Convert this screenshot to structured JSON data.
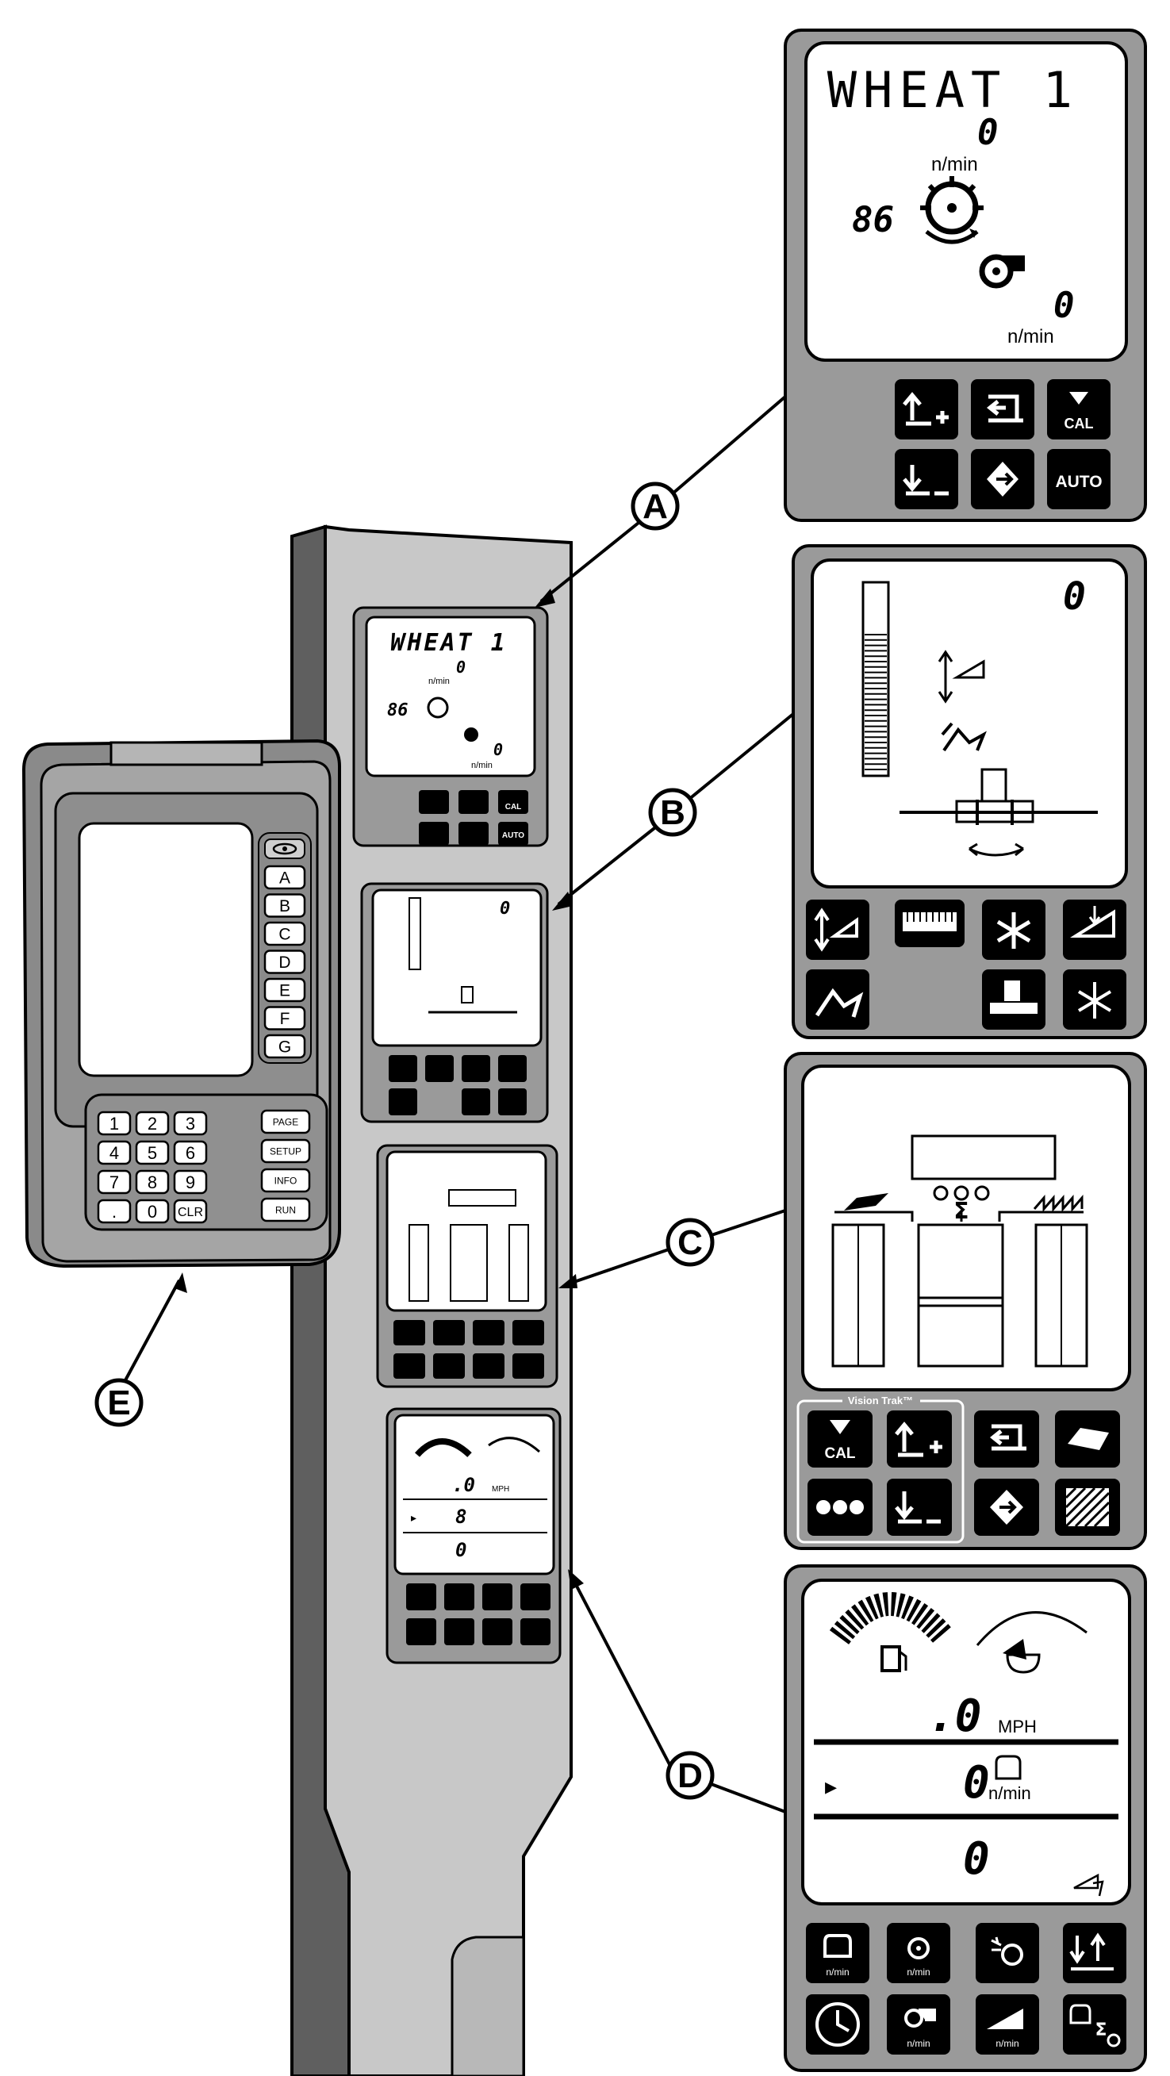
{
  "callouts": {
    "a": "A",
    "b": "B",
    "c": "C",
    "d": "D",
    "e": "E"
  },
  "panel_a": {
    "crop_name": "WHEAT 1",
    "top_speed_value": "0",
    "top_speed_unit": "n/min",
    "left_value": "86",
    "fan_speed_value": "0",
    "fan_speed_unit": "n/min",
    "buttons": [
      "up-plus",
      "return",
      "cal",
      "down-minus",
      "enter",
      "auto"
    ],
    "cal_label": "CAL",
    "auto_label": "AUTO"
  },
  "panel_b": {
    "value": "0",
    "buttons": [
      "height",
      "reel",
      "rotate",
      "tilt",
      "operator",
      "header",
      "spreader"
    ]
  },
  "panel_c": {
    "vision_trak_label": "Vision Trak™",
    "cal_label": "CAL",
    "buttons": [
      "cal",
      "up-plus",
      "return",
      "grain",
      "dots",
      "down-minus",
      "enter",
      "pattern"
    ]
  },
  "panel_d": {
    "speed_value": ".0",
    "speed_unit": "MPH",
    "engine_value": "0",
    "engine_unit": "n/min",
    "bottom_value": "0",
    "buttons": [
      "engine-n",
      "drum-n",
      "rotor",
      "unload",
      "clock",
      "fan-n",
      "feeder-n",
      "sum"
    ],
    "n_min_label": "n/min"
  },
  "panel_e": {
    "letter_keys": [
      "A",
      "B",
      "C",
      "D",
      "E",
      "F",
      "G"
    ],
    "numeric_keys": [
      "1",
      "2",
      "3",
      "4",
      "5",
      "6",
      "7",
      "8",
      "9",
      ".",
      "0",
      "CLR"
    ],
    "function_keys": [
      "PAGE",
      "SETUP",
      "INFO",
      "RUN"
    ]
  },
  "post_small": {
    "crop_name": "WHEAT 1",
    "top_value": "0",
    "unit": "n/min",
    "left_value": "86",
    "fan_value": "0",
    "cal_label": "CAL",
    "auto_label": "AUTO",
    "b_value": "0",
    "speed_value": ".0",
    "speed_unit": "MPH",
    "engine_value": "8",
    "bottom_value": "0"
  }
}
